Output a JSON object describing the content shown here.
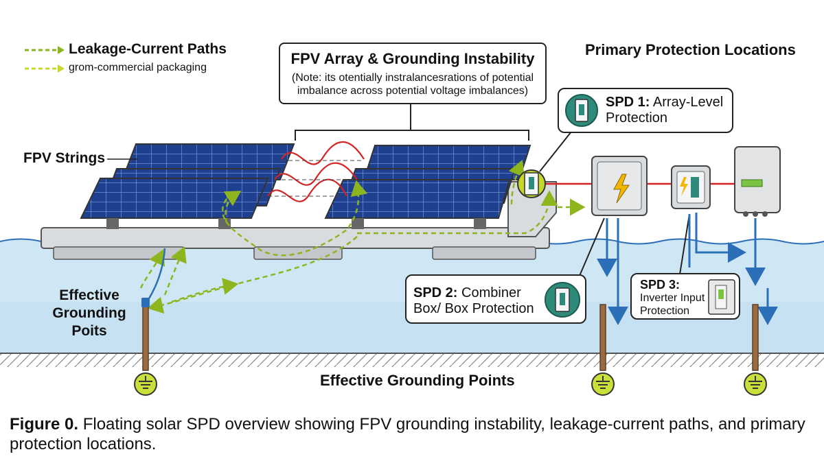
{
  "legend": {
    "leakage_label": "Leakage-Current Paths",
    "packaging_label": "grom-commercial packaging",
    "leakage_color": "#8DB51E",
    "packaging_color": "#C6D92A"
  },
  "title_box": {
    "title": "FPV Array & Grounding Instability",
    "note": "(Note: its otentially instralancesrations of potential imbalance across potential voltage imbalances)"
  },
  "primary_title": "Primary Protection Locations",
  "labels": {
    "fpv_strings": "FPV Strings",
    "effective_grounding_left": "Effective Grounding Poits",
    "effective_grounding_center": "Effective Grounding Points"
  },
  "callouts": {
    "spd1": {
      "name": "SPD 1:",
      "desc": "Array-Level Protection"
    },
    "spd2": {
      "name": "SPD 2:",
      "desc": "Combiner Box/ Box Protection"
    },
    "spd3": {
      "name": "SPD 3:",
      "desc": "Inverter Input Protection"
    }
  },
  "caption": {
    "figure_label": "Figure 0.",
    "text": "Floating solar SPD overview showing FPV grounding instability, leakage-current paths, and primary protection locations."
  },
  "icons": [
    "lightning-icon",
    "spd-device-icon",
    "ground-symbol-icon",
    "inverter-display-icon"
  ],
  "colors": {
    "water": "#CFE7F4",
    "water_deep": "#A9D3EA",
    "panel": "#1F3F8F",
    "panel_grid": "#7FA3E0",
    "float": "#D9DCDF",
    "dc_wire": "#D42323",
    "flow_arrow": "#2A6FB8",
    "ground_rod": "#9A6A43",
    "ground_symbol": "#C9DF3A"
  }
}
